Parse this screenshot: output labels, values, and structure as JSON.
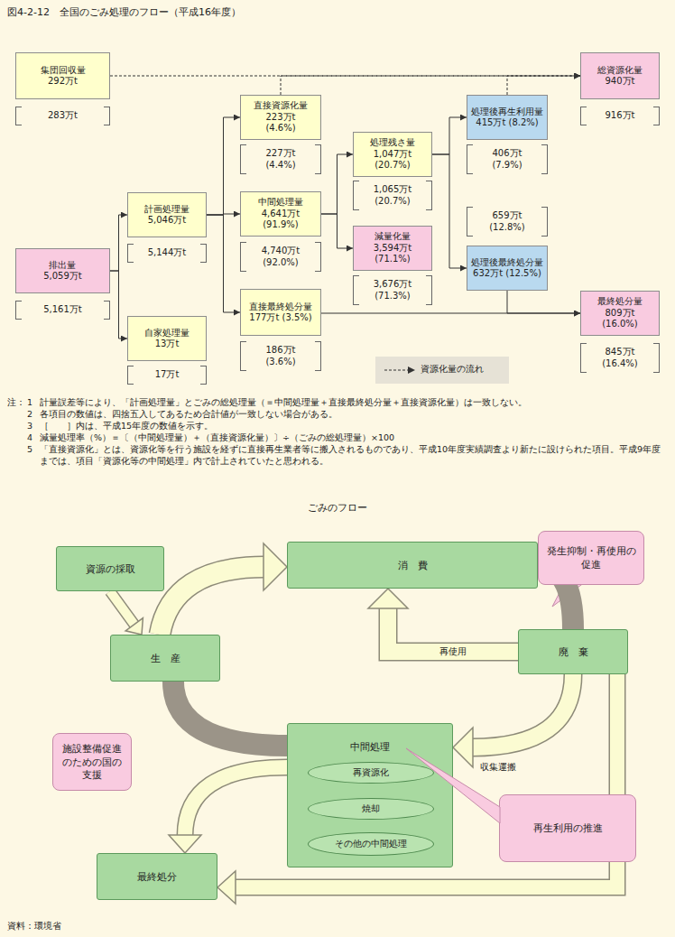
{
  "diagram": {
    "title": "図4-2-12　全国のごみ処理のフロー（平成16年度）",
    "nodes": [
      {
        "text": [
          "集団回収量 292万t",
          "283万t"
        ]
      },
      {
        "text": [
          "直接資源化量 223万t (4.6%)",
          "227万t (4.4%)"
        ]
      },
      {
        "text": [
          "処理後再生利用量 415万t (8.2%)",
          "406万t (7.9%)"
        ]
      },
      {
        "text": [
          "総資源化量 940万t",
          "916万t"
        ]
      },
      {
        "text": [
          "処理残さ量 1,047万t (20.7%)",
          "1,065万t (20.7%)"
        ]
      },
      {
        "text": [
          "計画処理量 5,046万t",
          "5,144万t"
        ]
      },
      {
        "text": [
          "中間処理量 4,641万t (91.9%)",
          "4,740万t (92.0%)"
        ]
      },
      {
        "text": [
          "排出量 5,059万t",
          "5,161万t"
        ]
      },
      {
        "text": [
          "減量化量 3,594万t (71.1%)",
          "3,676万t (71.3%)"
        ]
      },
      {
        "text": [
          "処理後最終処分量 632万t (12.5%)",
          "659万t (12.8%)"
        ]
      },
      {
        "text": [
          "直接最終処分量 177万t (3.5%)",
          "186万t (3.6%)"
        ]
      },
      {
        "text": [
          "最終処分量 809万t (16.0%)",
          "845万t (16.4%)"
        ]
      },
      {
        "text": [
          "自家処理量 13万t",
          "17万t"
        ]
      },
      {
        "text": [
          "資源の採取"
        ]
      },
      {
        "text": [
          "消　費"
        ]
      },
      {
        "text": [
          "発生抑制・再使用の促進"
        ]
      },
      {
        "text": [
          "生　産"
        ]
      },
      {
        "text": [
          "廃　棄"
        ]
      },
      {
        "text": [
          "施設整備促進のための国の支援"
        ]
      },
      {
        "text": [
          "中間処理"
        ]
      },
      {
        "text": [
          "再資源化"
        ],
        "in": 19
      },
      {
        "text": [
          "焼却"
        ],
        "in": 19
      },
      {
        "text": [
          "その他の中間処理"
        ],
        "in": 19
      },
      {
        "text": [
          "再生利用の推進"
        ]
      },
      {
        "text": [
          "最終処分"
        ]
      }
    ],
    "edges": [
      {
        "from": 0,
        "to": 3,
        "arrow": "to"
      },
      {
        "from": 1,
        "to": 3,
        "arrow": "to"
      },
      {
        "from": 2,
        "to": 3,
        "arrow": "to"
      },
      {
        "from": 7,
        "to": 5,
        "arrow": "to"
      },
      {
        "from": 7,
        "to": 12,
        "arrow": "to"
      },
      {
        "from": 5,
        "to": 1,
        "arrow": "to"
      },
      {
        "from": 5,
        "to": 6,
        "arrow": "to"
      },
      {
        "from": 5,
        "to": 10,
        "arrow": "to"
      },
      {
        "from": 6,
        "to": 4,
        "arrow": "to"
      },
      {
        "from": 6,
        "to": 8,
        "arrow": "to"
      },
      {
        "from": 4,
        "to": 2,
        "arrow": "to"
      },
      {
        "from": 4,
        "to": 9,
        "arrow": "to"
      },
      {
        "from": 10,
        "to": 11,
        "arrow": "to"
      },
      {
        "from": 9,
        "to": 11,
        "arrow": "to"
      },
      {
        "from": 13,
        "to": 16,
        "arrow": "to"
      },
      {
        "from": 16,
        "to": 14,
        "arrow": "to"
      },
      {
        "from": 14,
        "to": 17,
        "arrow": "none"
      },
      {
        "from": 17,
        "to": 14,
        "label": "再使用",
        "arrow": "to"
      },
      {
        "from": 17,
        "to": 19,
        "label": "収集運搬",
        "arrow": "to"
      },
      {
        "from": 16,
        "to": 19,
        "arrow": "none"
      },
      {
        "from": 19,
        "to": 24,
        "arrow": "to"
      },
      {
        "from": 17,
        "to": 24,
        "arrow": "to"
      }
    ],
    "labels": [
      "注：",
      "1",
      "計量誤差等により、「計画処理量」とごみの総処理量（＝中間処理量＋直接最終処分量＋直接資源化量）は一致しない。",
      "2",
      "各項目の数値は、四捨五入してあるため合計値が一致しない場合がある。",
      "3",
      "［　　］内は、平成15年度の数値を示す。",
      "4",
      "減量処理率（%）＝〔（中間処理量）＋（直接資源化量）〕÷（ごみの総処理量）×100",
      "5",
      "「直接資源化」とは、資源化等を行う施設を経ずに直接再生業者等に搬入されるものであり、平成10年度実績調査より新たに設けられた項目。平成9年度までは、項目「資源化等の中間処理」内で計上されていたと思われる。",
      "ごみのフロー",
      "資料：環境省"
    ],
    "legend": [
      {
        "text": "資源化量の流れ"
      }
    ]
  }
}
